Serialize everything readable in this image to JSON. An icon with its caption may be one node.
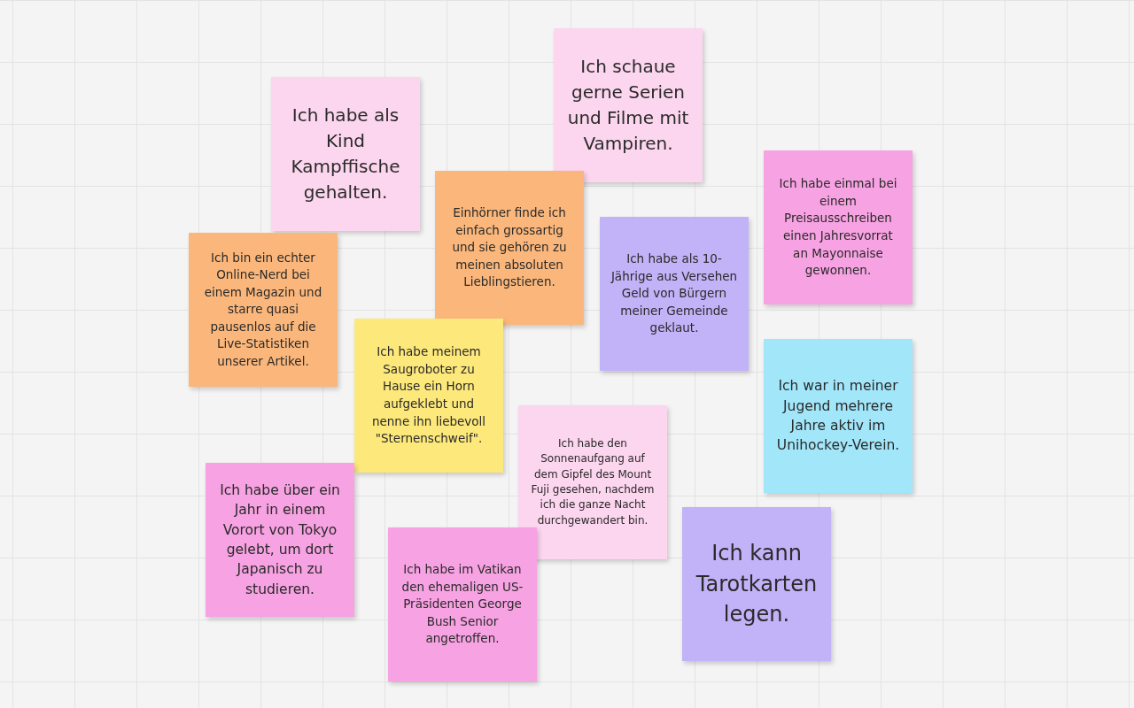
{
  "diagram": {
    "nodes": [
      {
        "text": [
          "Ich schaue gerne Serien und Filme mit Vampiren."
        ]
      },
      {
        "text": [
          "Ich habe als Kind Kampffische gehalten."
        ]
      },
      {
        "text": [
          "Ich habe einmal bei einem Preisausschreiben einen Jahresvorrat an Mayonnaise gewonnen."
        ]
      },
      {
        "text": [
          "Einhörner finde ich einfach grossartig und sie gehören zu meinen absoluten Lieblingstieren."
        ]
      },
      {
        "text": [
          "Ich habe als 10-Jährige aus Versehen Geld von Bürgern meiner Gemeinde geklaut."
        ]
      },
      {
        "text": [
          "Ich bin ein echter Online-Nerd bei einem Magazin und starre quasi pausenlos auf die Live-Statistiken unserer Artikel."
        ]
      },
      {
        "text": [
          "Ich habe meinem Saugroboter zu Hause ein Horn aufgeklebt und nenne ihn liebevoll \"Sternenschweif\"."
        ]
      },
      {
        "text": [
          "Ich war in meiner Jugend mehrere Jahre aktiv im Unihockey-Verein."
        ]
      },
      {
        "text": [
          "Ich habe den Sonnenaufgang auf dem Gipfel des Mount Fuji gesehen, nachdem ich die ganze Nacht durchgewandert bin."
        ]
      },
      {
        "text": [
          "Ich habe über ein Jahr in einem Vorort von Tokyo gelebt, um dort Japanisch zu studieren."
        ]
      },
      {
        "text": [
          "Ich kann Tarotkarten legen."
        ]
      },
      {
        "text": [
          "Ich habe im Vatikan den ehemaligen US-Präsidenten George Bush Senior angetroffen."
        ]
      }
    ]
  }
}
